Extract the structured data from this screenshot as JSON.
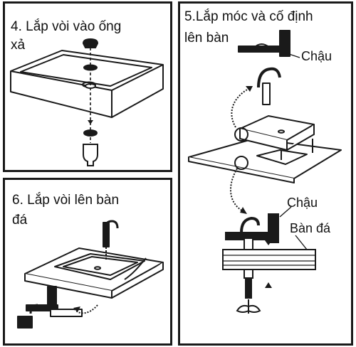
{
  "steps": [
    {
      "title_line1": "4. Lắp vòi vào ống",
      "title_line2": "xả"
    },
    {
      "title_line1": "5.Lắp móc và cố định",
      "title_line2": "lên bàn",
      "label_basin_top": "Chậu",
      "label_basin_side": "Chậu",
      "label_counter": "Bàn đá"
    },
    {
      "title_line1": "6. Lắp vòi lên bàn",
      "title_line2": "đá"
    }
  ],
  "colors": {
    "ink": "#1a1a1a",
    "background": "#ffffff"
  }
}
